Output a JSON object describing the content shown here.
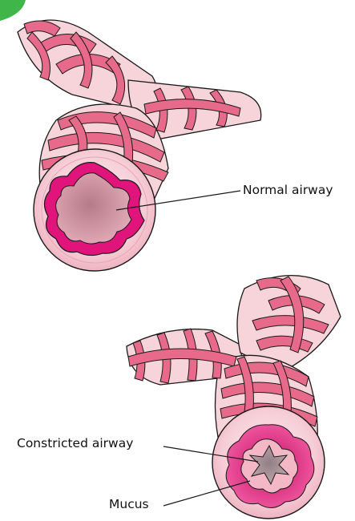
{
  "labels": {
    "normal_airway": "Normal airway",
    "constricted_airway": "Constricted airway",
    "mucus": "Mucus"
  },
  "colors": {
    "tissue_light": "#f7d3da",
    "muscle_band": "#e86a8a",
    "muscle_band_dark": "#c94b6e",
    "mucus_magenta": "#e0147a",
    "lumen_dark": "#a8707e",
    "corner_badge": "#3fb54a",
    "outline": "#1a1a1a"
  }
}
